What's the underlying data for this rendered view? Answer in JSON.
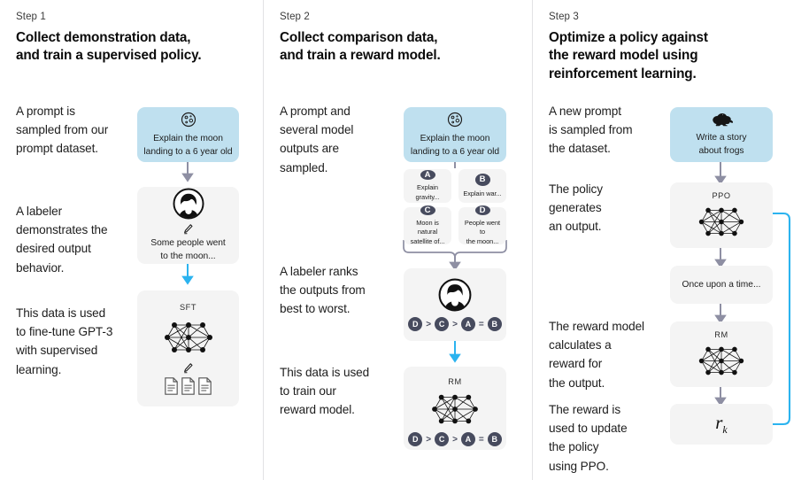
{
  "colors": {
    "prompt_box": "#bfe0ef",
    "node_box": "#f4f4f4",
    "badge": "#474b5e",
    "arrow_grey": "#8e8fa3",
    "arrow_blue": "#2bb3ef",
    "divider": "#e2e2e4",
    "text": "#111111"
  },
  "columns": [
    {
      "step_label": "Step 1",
      "title_lines": [
        "Collect demonstration data,",
        "and train a supervised policy."
      ],
      "paragraphs": [
        {
          "lines": [
            "A prompt is",
            "sampled from our",
            "prompt dataset."
          ]
        },
        {
          "lines": [
            "A labeler",
            "demonstrates the",
            "desired output",
            "behavior."
          ]
        },
        {
          "lines": [
            "This data is used",
            "to fine-tune GPT-3",
            "with supervised",
            "learning."
          ]
        }
      ],
      "nodes": [
        {
          "kind": "prompt",
          "icon": "moon-icon",
          "caption_lines": [
            "Explain the moon",
            "landing to a 6 year old"
          ]
        },
        {
          "kind": "labeler",
          "icon": "labeler-avatar-icon",
          "sub_icon": "pencil-icon",
          "caption_lines": [
            "Some people went",
            "to the moon..."
          ]
        },
        {
          "kind": "model",
          "icon": "neural-network-icon",
          "title": "SFT",
          "sub_icon": "pencil-icon",
          "extra_icon": "documents-icon"
        }
      ]
    },
    {
      "step_label": "Step 2",
      "title_lines": [
        "Collect comparison data,",
        "and train a reward model."
      ],
      "paragraphs": [
        {
          "lines": [
            "A prompt and",
            "several model",
            "outputs are",
            "sampled."
          ]
        },
        {
          "lines": [
            "A labeler ranks",
            "the outputs from",
            "best to worst."
          ]
        },
        {
          "lines": [
            "This data is used",
            "to train our",
            "reward model."
          ]
        }
      ],
      "nodes": [
        {
          "kind": "prompt",
          "icon": "moon-icon",
          "caption_lines": [
            "Explain the moon",
            "landing to a 6 year old"
          ]
        },
        {
          "kind": "outputs",
          "items": [
            {
              "letter": "A",
              "caption_lines": [
                "Explain gravity..."
              ]
            },
            {
              "letter": "B",
              "caption_lines": [
                "Explain war..."
              ]
            },
            {
              "letter": "C",
              "caption_lines": [
                "Moon is natural",
                "satellite of..."
              ]
            },
            {
              "letter": "D",
              "caption_lines": [
                "People went to",
                "the moon..."
              ]
            }
          ]
        },
        {
          "kind": "labeler-rank",
          "icon": "labeler-avatar-icon",
          "ranking": [
            "D",
            ">",
            "C",
            ">",
            "A",
            "=",
            "B"
          ]
        },
        {
          "kind": "model-rank",
          "icon": "neural-network-icon",
          "title": "RM",
          "ranking": [
            "D",
            ">",
            "C",
            ">",
            "A",
            "=",
            "B"
          ]
        }
      ]
    },
    {
      "step_label": "Step 3",
      "title_lines": [
        "Optimize a policy against",
        "the reward model using",
        "reinforcement learning."
      ],
      "paragraphs": [
        {
          "lines": [
            "A new prompt",
            "is sampled from",
            "the dataset."
          ]
        },
        {
          "lines": [
            "The policy",
            "generates",
            "an output."
          ]
        },
        {
          "lines": [
            "The reward model",
            "calculates a",
            "reward for",
            "the output."
          ]
        },
        {
          "lines": [
            "The reward is",
            "used to update",
            "the policy",
            "using PPO."
          ]
        }
      ],
      "nodes": [
        {
          "kind": "prompt",
          "icon": "frog-icon",
          "caption_lines": [
            "Write a story",
            "about frogs"
          ]
        },
        {
          "kind": "model",
          "icon": "neural-network-icon",
          "title": "PPO"
        },
        {
          "kind": "text",
          "text": "Once upon a time..."
        },
        {
          "kind": "model",
          "icon": "neural-network-icon",
          "title": "RM"
        },
        {
          "kind": "reward",
          "symbol": "r",
          "subscript": "k"
        }
      ]
    }
  ]
}
